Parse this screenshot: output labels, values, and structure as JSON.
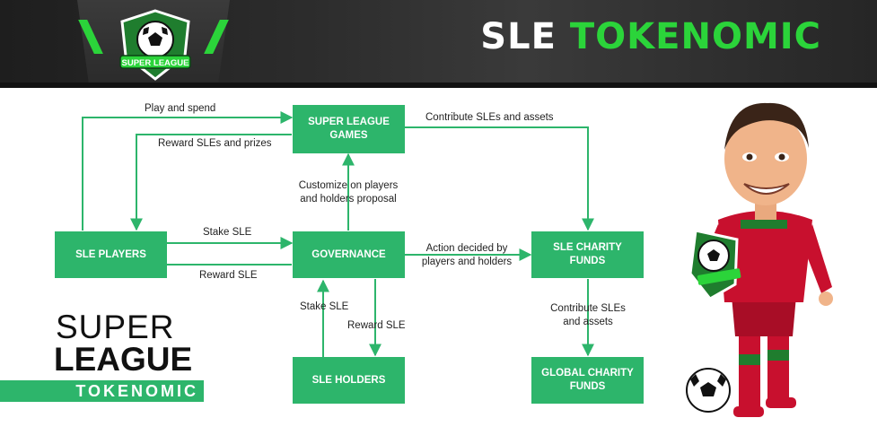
{
  "header": {
    "title_white": "SLE",
    "title_green": "TOKENOMIC"
  },
  "logo": {
    "text": "SUPER LEAGUE"
  },
  "nodes": {
    "games": "SUPER LEAGUE\nGAMES",
    "players": "SLE PLAYERS",
    "governance": "GOVERNANCE",
    "charity": "SLE CHARITY\nFUNDS",
    "holders": "SLE HOLDERS",
    "global": "GLOBAL CHARITY\nFUNDS"
  },
  "edges": {
    "play_spend": "Play and spend",
    "reward_prizes": "Reward SLEs and prizes",
    "contribute_games": "Contribute SLEs and assets",
    "customize": "Customize on players\nand holders proposal",
    "stake_players": "Stake SLE",
    "reward_players": "Reward SLE",
    "action": "Action decided by\nplayers and holders",
    "stake_holders": "Stake SLE",
    "reward_holders": "Reward SLE",
    "contribute_charity": "Contribute SLEs\nand assets"
  },
  "brand": {
    "line1": "SUPER",
    "line2": "LEAGUE",
    "line3": "TOKENOMIC"
  },
  "colors": {
    "green_box": "#2db56b",
    "accent": "#2bd43a",
    "header_bg": "#2a2a2a",
    "arrow": "#2db56b"
  }
}
